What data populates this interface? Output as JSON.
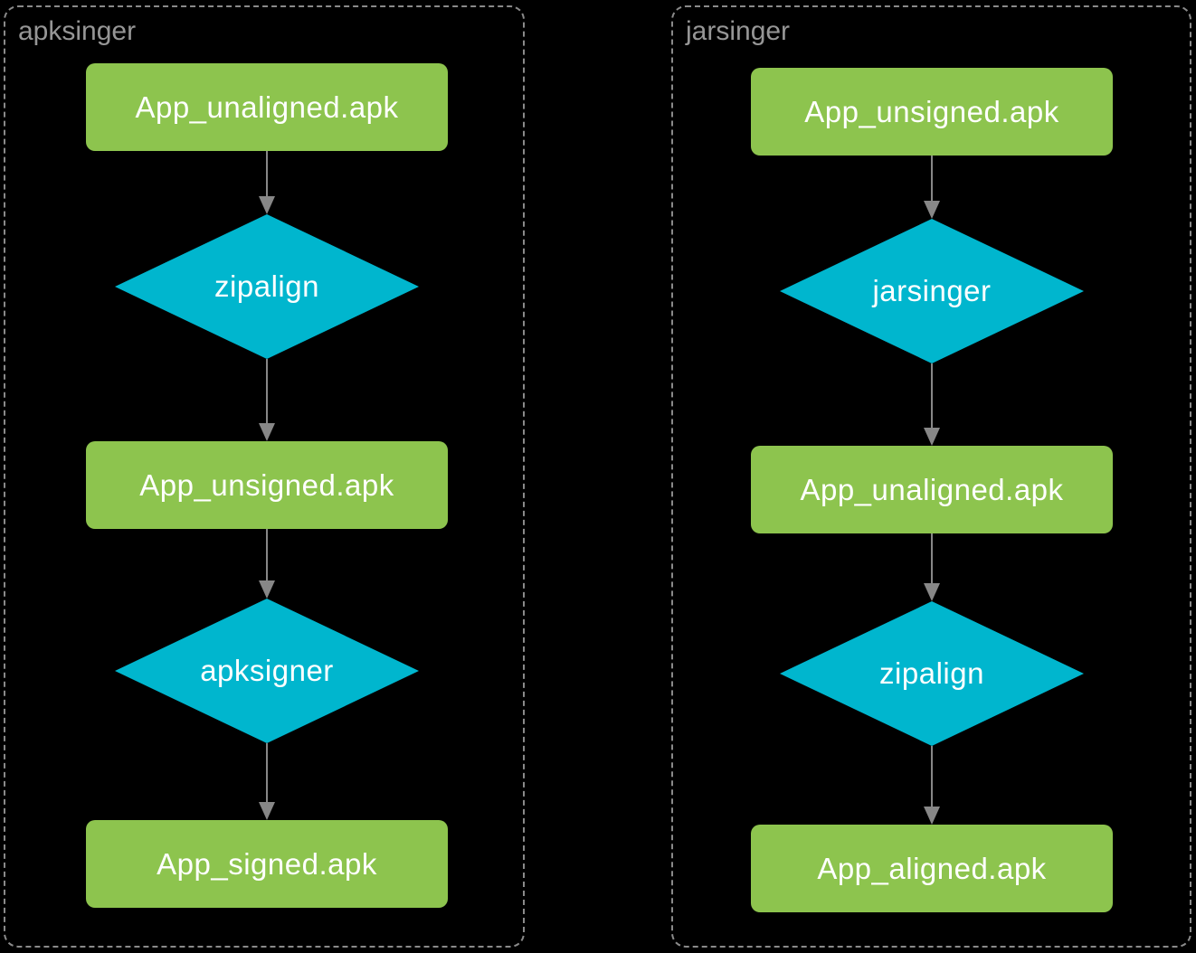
{
  "diagram": {
    "type": "flowchart",
    "background_color": "#000000",
    "colors": {
      "file_node_green": "#8DC44E",
      "tool_node_cyan": "#00B6CE",
      "container_border_gray": "#8a8a8a",
      "container_label_gray": "#969696",
      "arrow_gray": "#878787",
      "node_text_white": "#ffffff"
    }
  },
  "panels": [
    {
      "label": "apksinger",
      "nodes": [
        {
          "shape": "rounded-box",
          "kind": "file",
          "label": "App_unaligned.apk"
        },
        {
          "shape": "diamond",
          "kind": "tool",
          "label": "zipalign"
        },
        {
          "shape": "rounded-box",
          "kind": "file",
          "label": "App_unsigned.apk"
        },
        {
          "shape": "diamond",
          "kind": "tool",
          "label": "apksigner"
        },
        {
          "shape": "rounded-box",
          "kind": "file",
          "label": "App_signed.apk"
        }
      ],
      "edges": [
        "App_unaligned.apk -> zipalign",
        "zipalign -> App_unsigned.apk",
        "App_unsigned.apk -> apksigner",
        "apksigner -> App_signed.apk"
      ]
    },
    {
      "label": "jarsinger",
      "nodes": [
        {
          "shape": "rounded-box",
          "kind": "file",
          "label": "App_unsigned.apk"
        },
        {
          "shape": "diamond",
          "kind": "tool",
          "label": "jarsinger"
        },
        {
          "shape": "rounded-box",
          "kind": "file",
          "label": "App_unaligned.apk"
        },
        {
          "shape": "diamond",
          "kind": "tool",
          "label": "zipalign"
        },
        {
          "shape": "rounded-box",
          "kind": "file",
          "label": "App_aligned.apk"
        }
      ],
      "edges": [
        "App_unsigned.apk -> jarsinger",
        "jarsinger -> App_unaligned.apk",
        "App_unaligned.apk -> zipalign",
        "zipalign -> App_aligned.apk"
      ]
    }
  ]
}
